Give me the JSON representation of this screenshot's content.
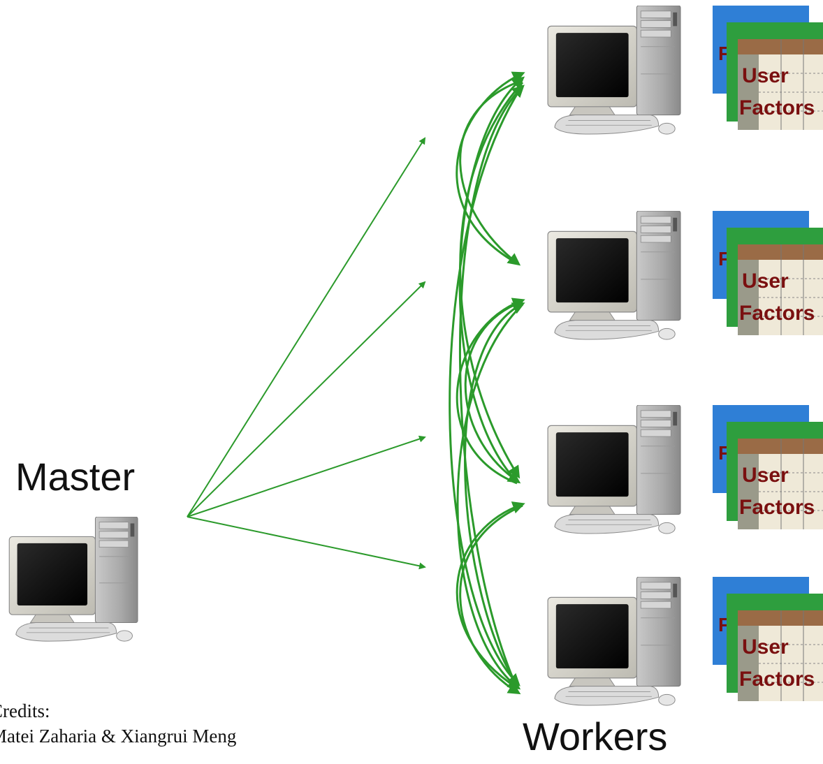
{
  "master": {
    "label": "Master"
  },
  "workers": {
    "label": "Workers",
    "count": 4,
    "factor_labels": {
      "front_letter": "F",
      "line1": "User",
      "line2": "Factors"
    }
  },
  "credits": {
    "line1": "Credits:",
    "line2": "Matei Zaharia & Xiangrui Meng"
  },
  "colors": {
    "arrow": "#2b9a2b",
    "table_blue": "#2f7fd6",
    "table_green": "#2e9e3e",
    "table_brown": "#9a6b46",
    "table_cell": "#efe9d8",
    "factor_text": "#7a1010"
  }
}
